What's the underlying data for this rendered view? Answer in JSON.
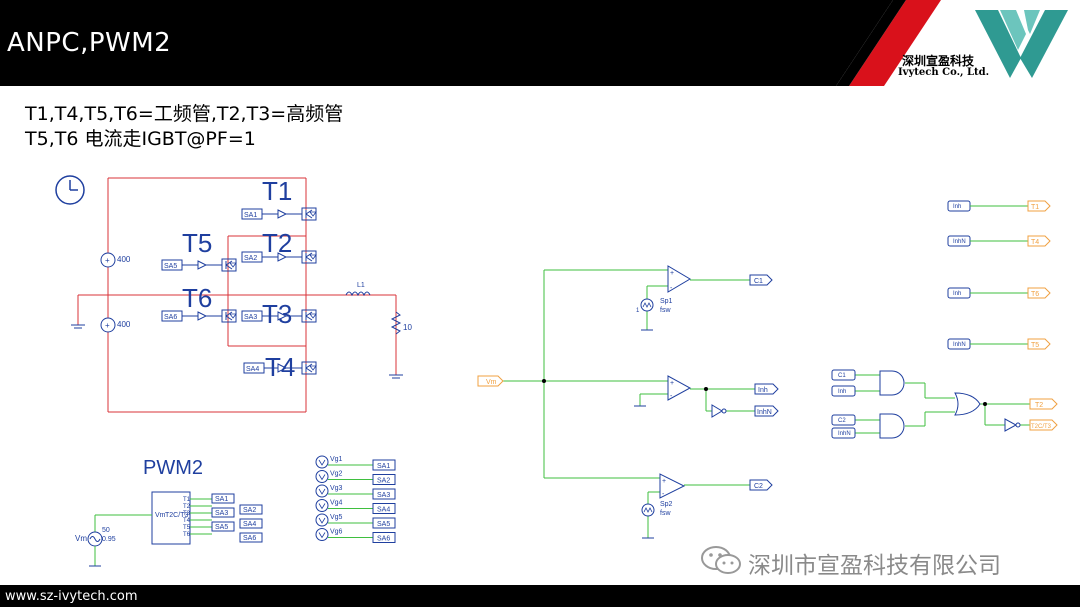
{
  "header": {
    "title": "ANPC,PWM2",
    "company_cn": "深圳宣盈科技",
    "company_en": "Ivytech Co., Ltd.",
    "accent_red": "#d9111b",
    "logo_color": "#2f9a92"
  },
  "subtitle": {
    "line1": "T1,T4,T5,T6=工频管,T2,T3=高频管",
    "line2": "T5,T6 电流走IGBT@PF=1"
  },
  "schematic": {
    "switch_labels": {
      "t1": "T1",
      "t2": "T2",
      "t3": "T3",
      "t4": "T4",
      "t5": "T5",
      "t6": "T6"
    },
    "gate_signals": {
      "sa1": "SA1",
      "sa2": "SA2",
      "sa3": "SA3",
      "sa4": "SA4",
      "sa5": "SA5",
      "sa6": "SA6"
    },
    "dc_sources": {
      "upper": "400",
      "lower": "400"
    },
    "inductor": "L1",
    "load": "10",
    "pwm_title": "PWM2",
    "pwm_block": {
      "inputs": {
        "vm": "Vm",
        "t2c": "T2C/T3"
      },
      "outputs": [
        "T1",
        "T2",
        "T3",
        "T4",
        "T5",
        "T6"
      ],
      "out_tags": [
        "SA1",
        "SA2",
        "SA3",
        "SA4",
        "SA5",
        "SA6"
      ]
    },
    "vm_source": {
      "label": "Vm",
      "v1": "50",
      "v2": "0.95"
    },
    "vg_sources": [
      "Vg1",
      "Vg2",
      "Vg3",
      "Vg4",
      "Vg5",
      "Vg6"
    ],
    "vg_tags": [
      "SA1",
      "SA2",
      "SA3",
      "SA4",
      "SA5",
      "SA6"
    ],
    "modulator": {
      "vm_label": "Vm",
      "c1": "C1",
      "c2": "C2",
      "inh": "Inh",
      "inhn": "InhN",
      "sp1": "Sp1",
      "sp2": "Sp2",
      "fsw": "fsw",
      "one": "1"
    },
    "logic": {
      "map": [
        {
          "in": "Inh",
          "out": "T1"
        },
        {
          "in": "InhN",
          "out": "T4"
        },
        {
          "in": "Inh",
          "out": "T6"
        },
        {
          "in": "InhN",
          "out": "T5"
        }
      ],
      "and1_in": [
        "C1",
        "Inh"
      ],
      "and2_in": [
        "C2",
        "InhN"
      ],
      "or_out": "T2",
      "not_out": "T2C/T3"
    },
    "colors": {
      "red_wire": "#d9333a",
      "green_wire": "#3fbf3f",
      "blue": "#1f3f9f",
      "orange": "#f0a040"
    }
  },
  "footer": {
    "url": "www.sz-ivytech.com",
    "watermark": "深圳市宣盈科技有限公司"
  }
}
